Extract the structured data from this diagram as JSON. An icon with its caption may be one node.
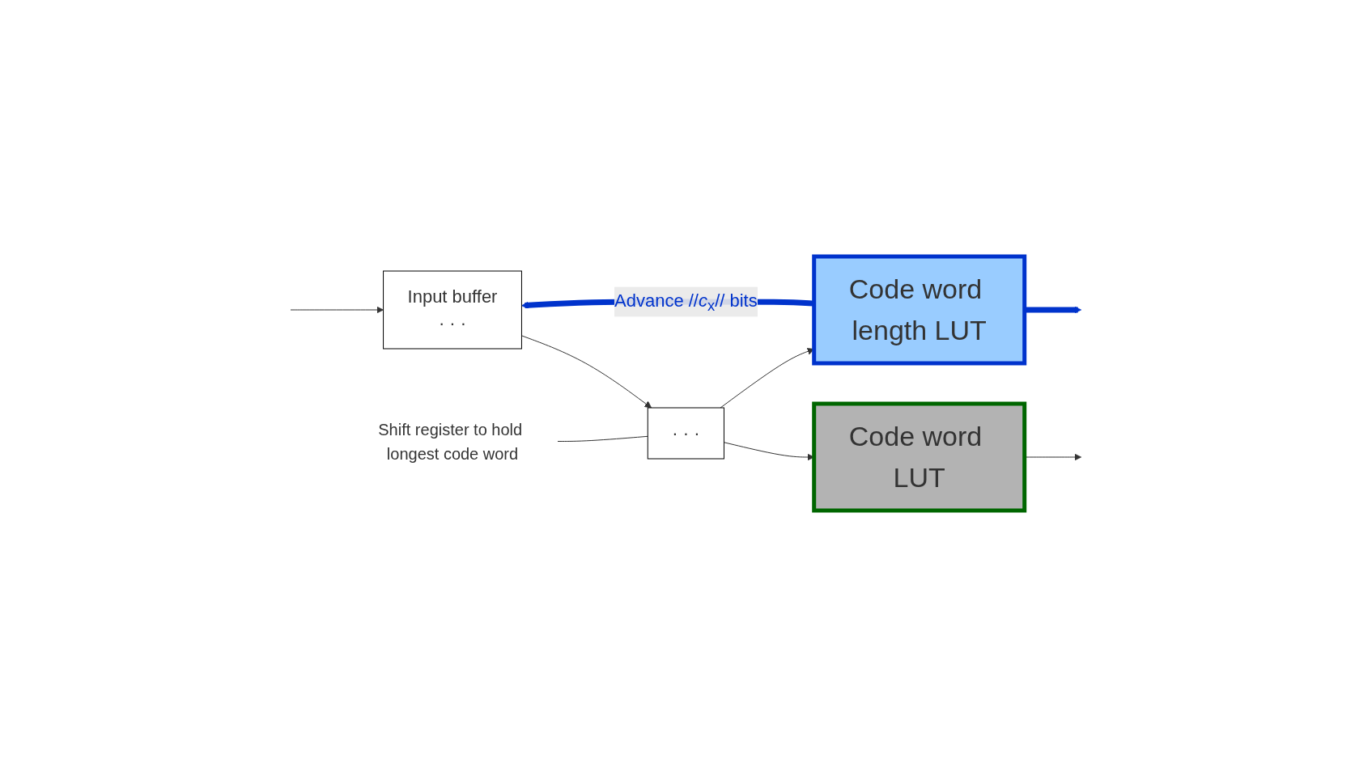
{
  "diagram": {
    "nodes": [
      {
        "text": [
          "Code word LUT"
        ]
      },
      {
        "text": [
          "Shift register to hold longest code word"
        ]
      },
      {
        "text": [
          "Input buffer",
          "· · ·"
        ]
      },
      {
        "text": [
          "· · ·"
        ]
      },
      {
        "text": [
          "Code word length LUT"
        ]
      }
    ],
    "edges": [
      {
        "from": null,
        "to": 2,
        "arrow": "to"
      },
      {
        "from": 2,
        "to": 3,
        "arrow": "to"
      },
      {
        "from": 3,
        "to": 0,
        "arrow": "to"
      },
      {
        "from": 3,
        "to": 4,
        "arrow": "to"
      },
      {
        "from": 0,
        "to": null,
        "arrow": "to"
      },
      {
        "from": 1,
        "to": 3,
        "arrow": "none"
      },
      {
        "from": 4,
        "to": 2,
        "arrow": "to",
        "label": "Advance //*c*$_{x}$// bits",
        "style": "thick",
        "color": "#0033cc"
      },
      {
        "from": 4,
        "to": null,
        "arrow": "to",
        "style": "thick",
        "color": "#0033cc"
      }
    ]
  }
}
